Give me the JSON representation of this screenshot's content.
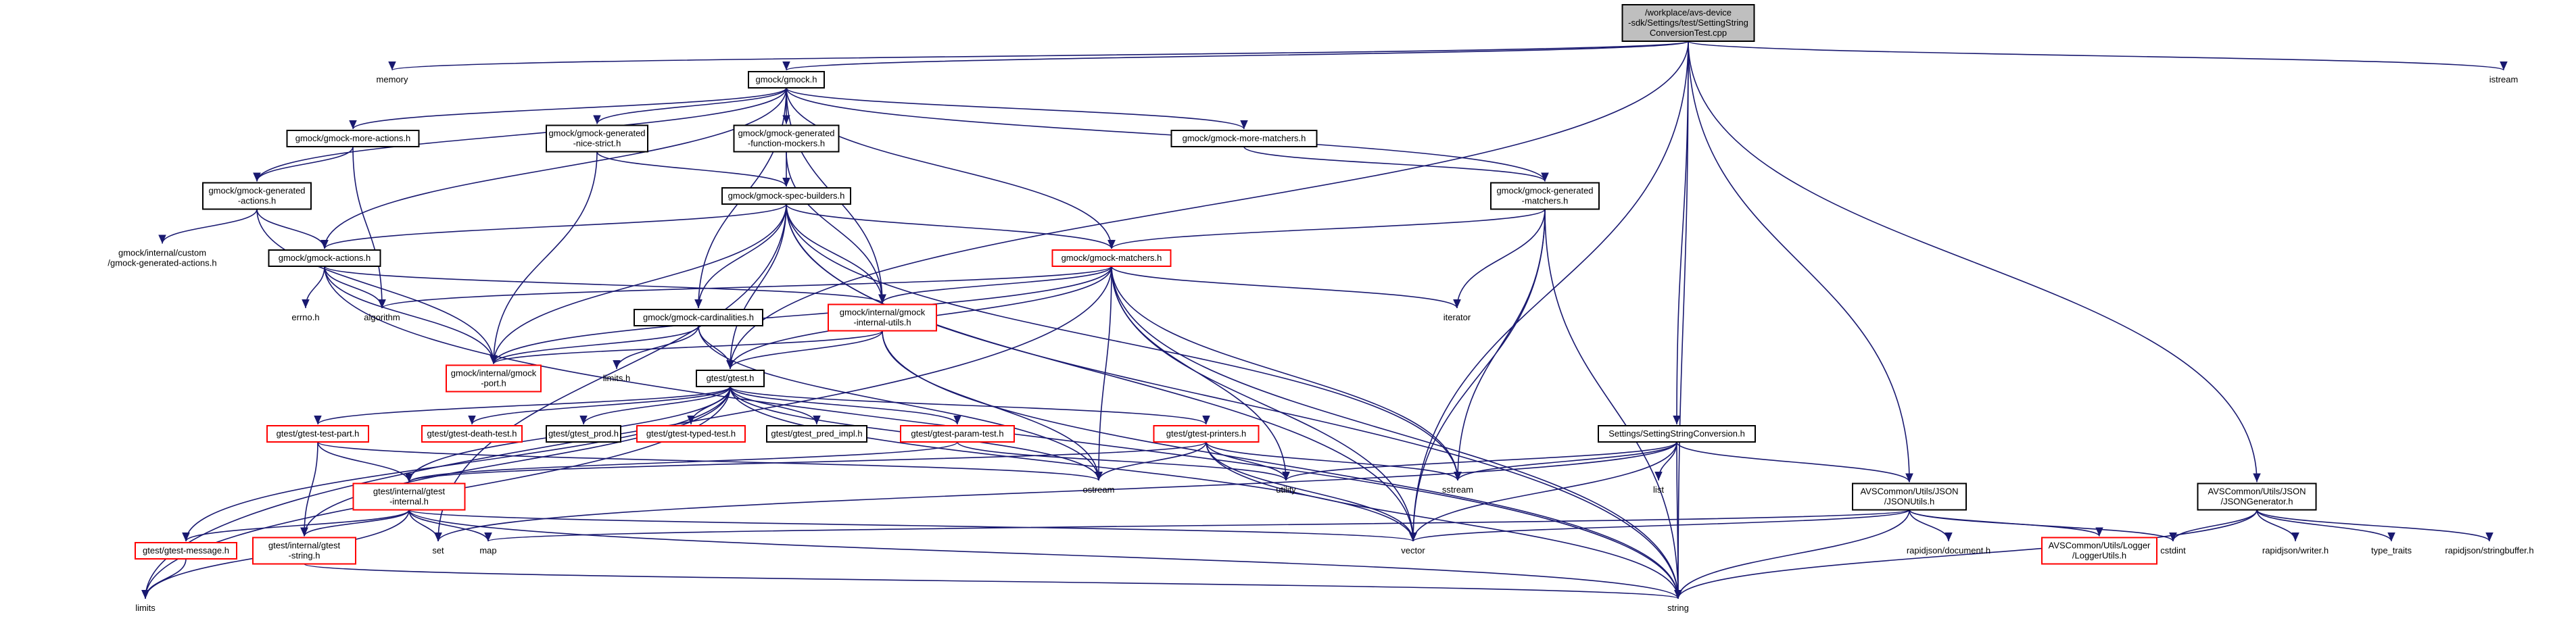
{
  "colors": {
    "edge": "#191970",
    "root_fill": "#bfbfbf",
    "root_stroke": "#000000",
    "box_stroke": "#000000",
    "box_fill": "#ffffff",
    "red_stroke": "#ff0000",
    "text": "#000000"
  },
  "nodes": {
    "root": {
      "lines": [
        "/workplace/avs-device",
        "-sdk/Settings/test/SettingString",
        "ConversionTest.cpp"
      ],
      "style": "root"
    },
    "memory": {
      "lines": [
        "memory"
      ],
      "style": "plain"
    },
    "gmock": {
      "lines": [
        "gmock/gmock.h"
      ],
      "style": "box"
    },
    "istream": {
      "lines": [
        "istream"
      ],
      "style": "plain"
    },
    "gm_more_actions": {
      "lines": [
        "gmock/gmock-more-actions.h"
      ],
      "style": "box"
    },
    "gm_gen_nice": {
      "lines": [
        "gmock/gmock-generated",
        "-nice-strict.h"
      ],
      "style": "box"
    },
    "gm_gen_func": {
      "lines": [
        "gmock/gmock-generated",
        "-function-mockers.h"
      ],
      "style": "box"
    },
    "gm_more_matchers": {
      "lines": [
        "gmock/gmock-more-matchers.h"
      ],
      "style": "box"
    },
    "gm_gen_actions": {
      "lines": [
        "gmock/gmock-generated",
        "-actions.h"
      ],
      "style": "box"
    },
    "gm_spec": {
      "lines": [
        "gmock/gmock-spec-builders.h"
      ],
      "style": "box"
    },
    "gm_gen_matchers": {
      "lines": [
        "gmock/gmock-generated",
        "-matchers.h"
      ],
      "style": "box"
    },
    "gm_custom_actions": {
      "lines": [
        "gmock/internal/custom",
        "/gmock-generated-actions.h"
      ],
      "style": "plain"
    },
    "gm_actions": {
      "lines": [
        "gmock/gmock-actions.h"
      ],
      "style": "box"
    },
    "gm_matchers": {
      "lines": [
        "gmock/gmock-matchers.h"
      ],
      "style": "red"
    },
    "errno": {
      "lines": [
        "errno.h"
      ],
      "style": "plain"
    },
    "algorithm": {
      "lines": [
        "algorithm"
      ],
      "style": "plain"
    },
    "gm_cardinalities": {
      "lines": [
        "gmock/gmock-cardinalities.h"
      ],
      "style": "box"
    },
    "gm_internal_utils": {
      "lines": [
        "gmock/internal/gmock",
        "-internal-utils.h"
      ],
      "style": "red"
    },
    "iterator": {
      "lines": [
        "iterator"
      ],
      "style": "plain"
    },
    "gm_port": {
      "lines": [
        "gmock/internal/gmock",
        "-port.h"
      ],
      "style": "red"
    },
    "limits_h": {
      "lines": [
        "limits.h"
      ],
      "style": "plain"
    },
    "gtest": {
      "lines": [
        "gtest/gtest.h"
      ],
      "style": "box"
    },
    "gt_test_part": {
      "lines": [
        "gtest/gtest-test-part.h"
      ],
      "style": "red"
    },
    "gt_death": {
      "lines": [
        "gtest/gtest-death-test.h"
      ],
      "style": "red"
    },
    "gt_prod": {
      "lines": [
        "gtest/gtest_prod.h"
      ],
      "style": "box"
    },
    "gt_typed": {
      "lines": [
        "gtest/gtest-typed-test.h"
      ],
      "style": "red"
    },
    "gt_pred": {
      "lines": [
        "gtest/gtest_pred_impl.h"
      ],
      "style": "box"
    },
    "gt_param": {
      "lines": [
        "gtest/gtest-param-test.h"
      ],
      "style": "red"
    },
    "gt_printers": {
      "lines": [
        "gtest/gtest-printers.h"
      ],
      "style": "red"
    },
    "settings_conv": {
      "lines": [
        "Settings/SettingStringConversion.h"
      ],
      "style": "box"
    },
    "json_utils": {
      "lines": [
        "AVSCommon/Utils/JSON",
        "/JSONUtils.h"
      ],
      "style": "box"
    },
    "json_gen": {
      "lines": [
        "AVSCommon/Utils/JSON",
        "/JSONGenerator.h"
      ],
      "style": "box"
    },
    "gt_internal": {
      "lines": [
        "gtest/internal/gtest",
        "-internal.h"
      ],
      "style": "red"
    },
    "ostream": {
      "lines": [
        "ostream"
      ],
      "style": "plain"
    },
    "utility": {
      "lines": [
        "utility"
      ],
      "style": "plain"
    },
    "sstream": {
      "lines": [
        "sstream"
      ],
      "style": "plain"
    },
    "list": {
      "lines": [
        "list"
      ],
      "style": "plain"
    },
    "gt_message": {
      "lines": [
        "gtest/gtest-message.h"
      ],
      "style": "red"
    },
    "gt_string": {
      "lines": [
        "gtest/internal/gtest",
        "-string.h"
      ],
      "style": "red"
    },
    "set": {
      "lines": [
        "set"
      ],
      "style": "plain"
    },
    "map": {
      "lines": [
        "map"
      ],
      "style": "plain"
    },
    "vector": {
      "lines": [
        "vector"
      ],
      "style": "plain"
    },
    "rj_document": {
      "lines": [
        "rapidjson/document.h"
      ],
      "style": "plain"
    },
    "logger_utils": {
      "lines": [
        "AVSCommon/Utils/Logger",
        "/LoggerUtils.h"
      ],
      "style": "red"
    },
    "cstdint": {
      "lines": [
        "cstdint"
      ],
      "style": "plain"
    },
    "rj_writer": {
      "lines": [
        "rapidjson/writer.h"
      ],
      "style": "plain"
    },
    "type_traits": {
      "lines": [
        "type_traits"
      ],
      "style": "plain"
    },
    "rj_stringbuffer": {
      "lines": [
        "rapidjson/stringbuffer.h"
      ],
      "style": "plain"
    },
    "limits": {
      "lines": [
        "limits"
      ],
      "style": "plain"
    },
    "string": {
      "lines": [
        "string"
      ],
      "style": "plain"
    }
  },
  "edges": [
    [
      "root",
      "memory"
    ],
    [
      "root",
      "gmock"
    ],
    [
      "root",
      "istream"
    ],
    [
      "root",
      "settings_conv"
    ],
    [
      "root",
      "json_utils"
    ],
    [
      "root",
      "json_gen"
    ],
    [
      "root",
      "string"
    ],
    [
      "root",
      "gtest"
    ],
    [
      "root",
      "vector"
    ],
    [
      "gmock",
      "gm_more_actions"
    ],
    [
      "gmock",
      "gm_gen_nice"
    ],
    [
      "gmock",
      "gm_gen_func"
    ],
    [
      "gmock",
      "gm_more_matchers"
    ],
    [
      "gmock",
      "gm_gen_actions"
    ],
    [
      "gmock",
      "gm_gen_matchers"
    ],
    [
      "gmock",
      "gm_actions"
    ],
    [
      "gmock",
      "gm_matchers"
    ],
    [
      "gmock",
      "gm_cardinalities"
    ],
    [
      "gmock",
      "gm_internal_utils"
    ],
    [
      "gm_more_actions",
      "gm_gen_actions"
    ],
    [
      "gm_more_actions",
      "algorithm"
    ],
    [
      "gm_gen_nice",
      "gm_spec"
    ],
    [
      "gm_gen_nice",
      "gm_port"
    ],
    [
      "gm_gen_func",
      "gm_spec"
    ],
    [
      "gm_gen_func",
      "gm_internal_utils"
    ],
    [
      "gm_more_matchers",
      "gm_gen_matchers"
    ],
    [
      "gm_gen_actions",
      "gm_custom_actions"
    ],
    [
      "gm_gen_actions",
      "gm_actions"
    ],
    [
      "gm_gen_actions",
      "gm_port"
    ],
    [
      "gm_spec",
      "gm_actions"
    ],
    [
      "gm_spec",
      "gm_matchers"
    ],
    [
      "gm_spec",
      "gm_cardinalities"
    ],
    [
      "gm_spec",
      "gm_internal_utils"
    ],
    [
      "gm_spec",
      "gm_port"
    ],
    [
      "gm_spec",
      "gtest"
    ],
    [
      "gm_spec",
      "sstream"
    ],
    [
      "gm_spec",
      "string"
    ],
    [
      "gm_spec",
      "vector"
    ],
    [
      "gm_spec",
      "set"
    ],
    [
      "gm_gen_matchers",
      "gm_matchers"
    ],
    [
      "gm_gen_matchers",
      "iterator"
    ],
    [
      "gm_gen_matchers",
      "sstream"
    ],
    [
      "gm_gen_matchers",
      "string"
    ],
    [
      "gm_gen_matchers",
      "vector"
    ],
    [
      "gm_actions",
      "errno"
    ],
    [
      "gm_actions",
      "algorithm"
    ],
    [
      "gm_actions",
      "gm_internal_utils"
    ],
    [
      "gm_actions",
      "gm_port"
    ],
    [
      "gm_actions",
      "string"
    ],
    [
      "gm_matchers",
      "algorithm"
    ],
    [
      "gm_matchers",
      "iterator"
    ],
    [
      "gm_matchers",
      "gm_internal_utils"
    ],
    [
      "gm_matchers",
      "gm_port"
    ],
    [
      "gm_matchers",
      "gtest"
    ],
    [
      "gm_matchers",
      "limits"
    ],
    [
      "gm_matchers",
      "ostream"
    ],
    [
      "gm_matchers",
      "sstream"
    ],
    [
      "gm_matchers",
      "string"
    ],
    [
      "gm_matchers",
      "utility"
    ],
    [
      "gm_matchers",
      "vector"
    ],
    [
      "gm_cardinalities",
      "limits_h"
    ],
    [
      "gm_cardinalities",
      "gm_port"
    ],
    [
      "gm_cardinalities",
      "gtest"
    ],
    [
      "gm_cardinalities",
      "ostream"
    ],
    [
      "gm_internal_utils",
      "gm_port"
    ],
    [
      "gm_internal_utils",
      "gtest"
    ],
    [
      "gm_internal_utils",
      "ostream"
    ],
    [
      "gm_internal_utils",
      "string"
    ],
    [
      "gtest",
      "gt_test_part"
    ],
    [
      "gtest",
      "gt_death"
    ],
    [
      "gtest",
      "gt_prod"
    ],
    [
      "gtest",
      "gt_typed"
    ],
    [
      "gtest",
      "gt_pred"
    ],
    [
      "gtest",
      "gt_param"
    ],
    [
      "gtest",
      "gt_printers"
    ],
    [
      "gtest",
      "gt_internal"
    ],
    [
      "gtest",
      "gt_message"
    ],
    [
      "gtest",
      "gt_string"
    ],
    [
      "gtest",
      "limits"
    ],
    [
      "gtest",
      "ostream"
    ],
    [
      "gtest",
      "vector"
    ],
    [
      "gt_test_part",
      "gt_internal"
    ],
    [
      "gt_test_part",
      "gt_string"
    ],
    [
      "gt_test_part",
      "ostream"
    ],
    [
      "gt_param",
      "gt_internal"
    ],
    [
      "gt_param",
      "utility"
    ],
    [
      "gt_printers",
      "gt_internal"
    ],
    [
      "gt_printers",
      "ostream"
    ],
    [
      "gt_printers",
      "sstream"
    ],
    [
      "gt_printers",
      "string"
    ],
    [
      "gt_printers",
      "utility"
    ],
    [
      "gt_printers",
      "vector"
    ],
    [
      "gt_internal",
      "gt_message"
    ],
    [
      "gt_internal",
      "gt_string"
    ],
    [
      "gt_internal",
      "limits"
    ],
    [
      "gt_internal",
      "set"
    ],
    [
      "gt_internal",
      "map"
    ],
    [
      "gt_internal",
      "string"
    ],
    [
      "gt_internal",
      "vector"
    ],
    [
      "gt_message",
      "limits"
    ],
    [
      "gt_string",
      "string"
    ],
    [
      "settings_conv",
      "json_utils"
    ],
    [
      "settings_conv",
      "list"
    ],
    [
      "settings_conv",
      "sstream"
    ],
    [
      "settings_conv",
      "string"
    ],
    [
      "settings_conv",
      "utility"
    ],
    [
      "settings_conv",
      "vector"
    ],
    [
      "settings_conv",
      "set"
    ],
    [
      "json_utils",
      "map"
    ],
    [
      "json_utils",
      "vector"
    ],
    [
      "json_utils",
      "rj_document"
    ],
    [
      "json_utils",
      "logger_utils"
    ],
    [
      "json_utils",
      "cstdint"
    ],
    [
      "json_utils",
      "string"
    ],
    [
      "json_gen",
      "cstdint"
    ],
    [
      "json_gen",
      "rj_writer"
    ],
    [
      "json_gen",
      "type_traits"
    ],
    [
      "json_gen",
      "rj_stringbuffer"
    ],
    [
      "json_gen",
      "string"
    ]
  ]
}
